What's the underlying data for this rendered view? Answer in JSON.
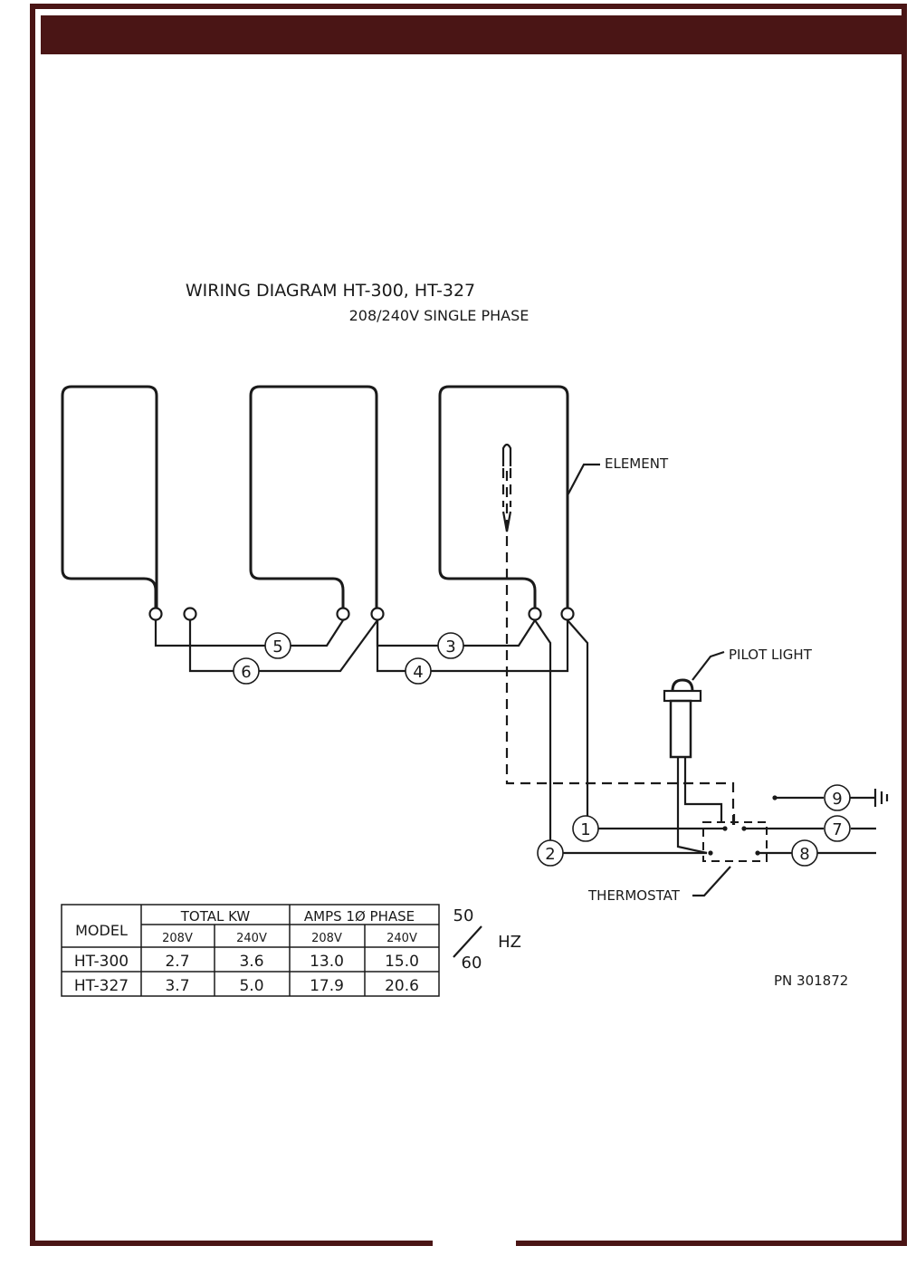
{
  "diagram": {
    "title": "WIRING DIAGRAM HT-300, HT-327",
    "subtitle": "208/240V SINGLE PHASE",
    "labels": {
      "element": "ELEMENT",
      "pilot_light": "PILOT LIGHT",
      "thermostat": "THERMOSTAT",
      "part_number": "PN 301872"
    },
    "wire_numbers": [
      "1",
      "2",
      "3",
      "4",
      "5",
      "6",
      "7",
      "8",
      "9"
    ],
    "frequency": {
      "top": "50",
      "bottom": "60",
      "unit": "HZ"
    }
  },
  "table": {
    "model_header": "MODEL",
    "total_kw_header": "TOTAL KW",
    "amps_header": "AMPS 1Ø PHASE",
    "sub_headers": [
      "208V",
      "240V",
      "208V",
      "240V"
    ],
    "rows": [
      {
        "model": "HT-300",
        "kw_208": "2.7",
        "kw_240": "3.6",
        "amps_208": "13.0",
        "amps_240": "15.0"
      },
      {
        "model": "HT-327",
        "kw_208": "3.7",
        "kw_240": "5.0",
        "amps_208": "17.9",
        "amps_240": "20.6"
      }
    ]
  },
  "colors": {
    "frame": "#4a1515",
    "ink": "#1a1a1a",
    "background": "#ffffff"
  }
}
